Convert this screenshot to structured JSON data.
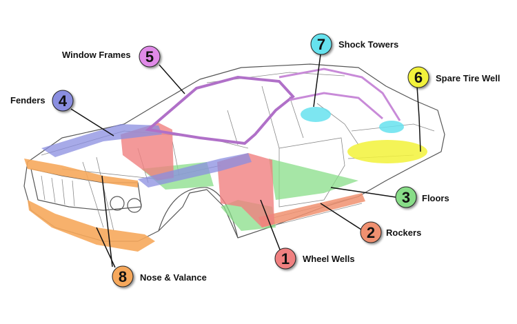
{
  "regions": [
    {
      "id": "wheel-wells",
      "number": "1",
      "label": "Wheel Wells",
      "color": "#f08080"
    },
    {
      "id": "rockers",
      "number": "2",
      "label": "Rockers",
      "color": "#f09070"
    },
    {
      "id": "floors",
      "number": "3",
      "label": "Floors",
      "color": "#88dd88"
    },
    {
      "id": "fenders",
      "number": "4",
      "label": "Fenders",
      "color": "#8a8ee0"
    },
    {
      "id": "window-frames",
      "number": "5",
      "label": "Window Frames",
      "color": "#e08ae8"
    },
    {
      "id": "spare-tire-well",
      "number": "6",
      "label": "Spare Tire Well",
      "color": "#f2f23a"
    },
    {
      "id": "shock-towers",
      "number": "7",
      "label": "Shock Towers",
      "color": "#66e2ee"
    },
    {
      "id": "nose-valance",
      "number": "8",
      "label": "Nose & Valance",
      "color": "#f6a85c"
    }
  ]
}
